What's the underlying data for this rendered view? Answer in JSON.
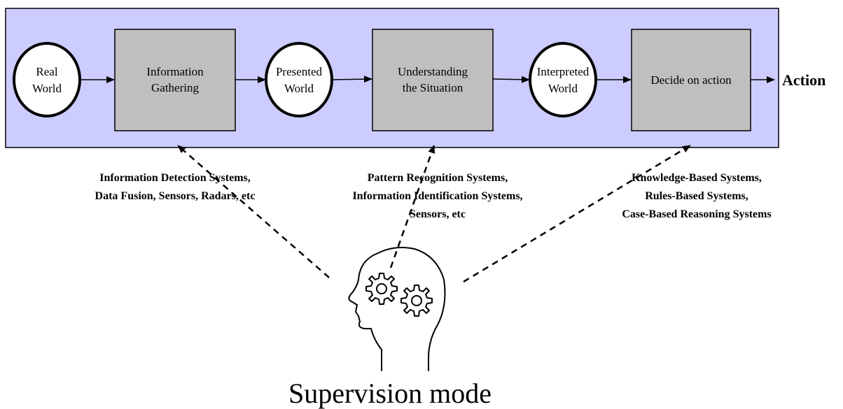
{
  "colors": {
    "panel_fill": "#ccccff",
    "process_fill": "#bfbfbf",
    "state_fill": "#ffffff",
    "stroke": "#000000"
  },
  "states": [
    {
      "line1": "Real",
      "line2": "World"
    },
    {
      "line1": "Presented",
      "line2": "World"
    },
    {
      "line1": "Interpreted",
      "line2": "World"
    }
  ],
  "processes": [
    {
      "line1": "Information",
      "line2": "Gathering"
    },
    {
      "line1": "Understanding",
      "line2": "the Situation"
    },
    {
      "line1": "Decide on action",
      "line2": ""
    }
  ],
  "action_label": "Action",
  "support_groups": [
    {
      "lines": [
        "Information Detection Systems,",
        "Data Fusion, Sensors, Radars, etc"
      ]
    },
    {
      "lines": [
        "Pattern Recognition Systems,",
        "Information Identification Systems,",
        "Sensors, etc"
      ]
    },
    {
      "lines": [
        "Knowledge-Based Systems,",
        "Rules-Based Systems,",
        "Case-Based Reasoning Systems"
      ]
    }
  ],
  "icons": {
    "head": "human-head-with-gears-icon"
  },
  "footer_label": "Supervision mode"
}
